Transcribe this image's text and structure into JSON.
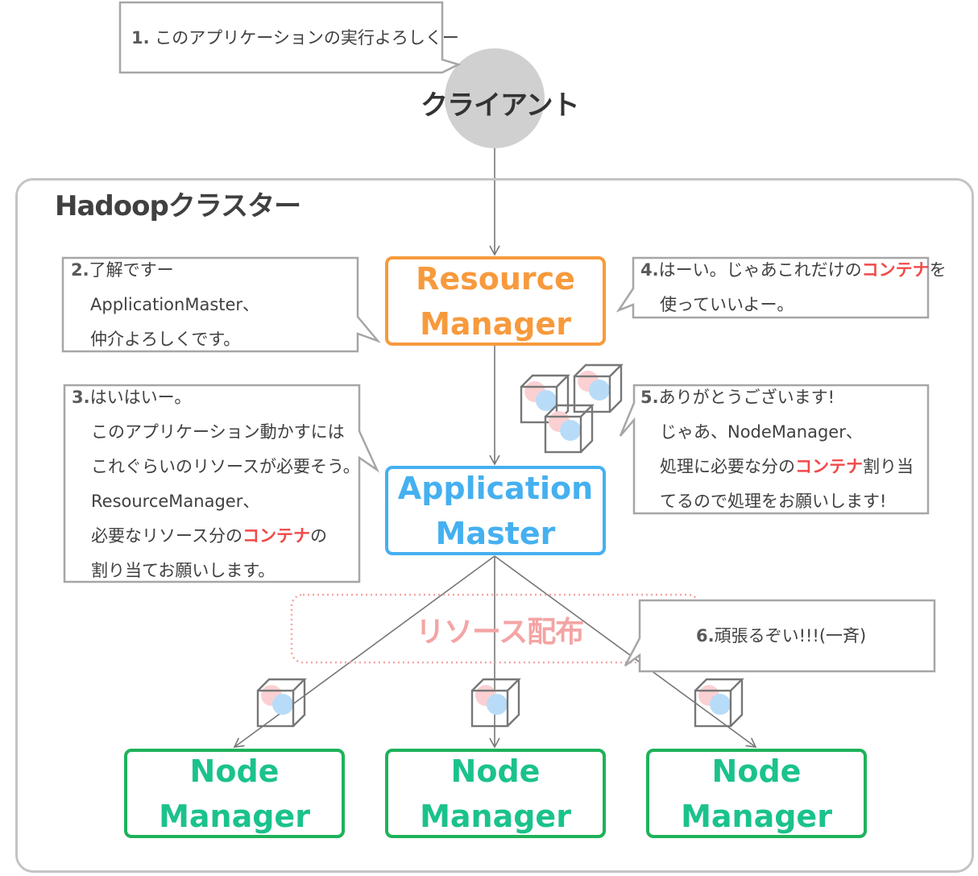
{
  "client": {
    "label": "クライアント"
  },
  "cluster": {
    "title": "Hadoopクラスター"
  },
  "nodes": {
    "resource_manager": {
      "line1": "Resource",
      "line2": "Manager"
    },
    "application_master": {
      "line1": "Application",
      "line2": "Master"
    },
    "node_manager_1": {
      "line1": "Node",
      "line2": "Manager"
    },
    "node_manager_2": {
      "line1": "Node",
      "line2": "Manager"
    },
    "node_manager_3": {
      "line1": "Node",
      "line2": "Manager"
    }
  },
  "distribution_label": "リソース配布",
  "bubbles": {
    "b1": {
      "num": "1.",
      "text": "このアプリケーションの実行よろしくー"
    },
    "b2": {
      "num": "2.",
      "line1": "了解ですー",
      "line2": "ApplicationMaster、",
      "line3": "仲介よろしくです。"
    },
    "b3": {
      "num": "3.",
      "line1": "はいはいー。",
      "line2": "このアプリケーション動かすには",
      "line3": "これぐらいのリソースが必要そう。",
      "line4": "ResourceManager、",
      "line5_a": "必要なリソース分の",
      "line5_b": "コンテナ",
      "line5_c": "の",
      "line6": "割り当てお願いします。"
    },
    "b4": {
      "num": "4.",
      "line1_a": "はーい。じゃあこれだけの",
      "line1_b": "コンテナ",
      "line1_c": "を",
      "line2": "使っていいよー。"
    },
    "b5": {
      "num": "5.",
      "line1": "ありがとうございます!",
      "line2": "じゃあ、NodeManager、",
      "line3_a": "処理に必要な分の",
      "line3_b": "コンテナ",
      "line3_c": "割り当",
      "line4": "てるので処理をお願いします!"
    },
    "b6": {
      "num": "6.",
      "text": "頑張るぞい!!!(一斉)"
    }
  },
  "colors": {
    "resource_manager": "#f79a3d",
    "application_master": "#45b0f0",
    "node_manager": "#1bc28c",
    "container_highlight": "#f04a4a",
    "client_circle": "#d0d0d0"
  }
}
